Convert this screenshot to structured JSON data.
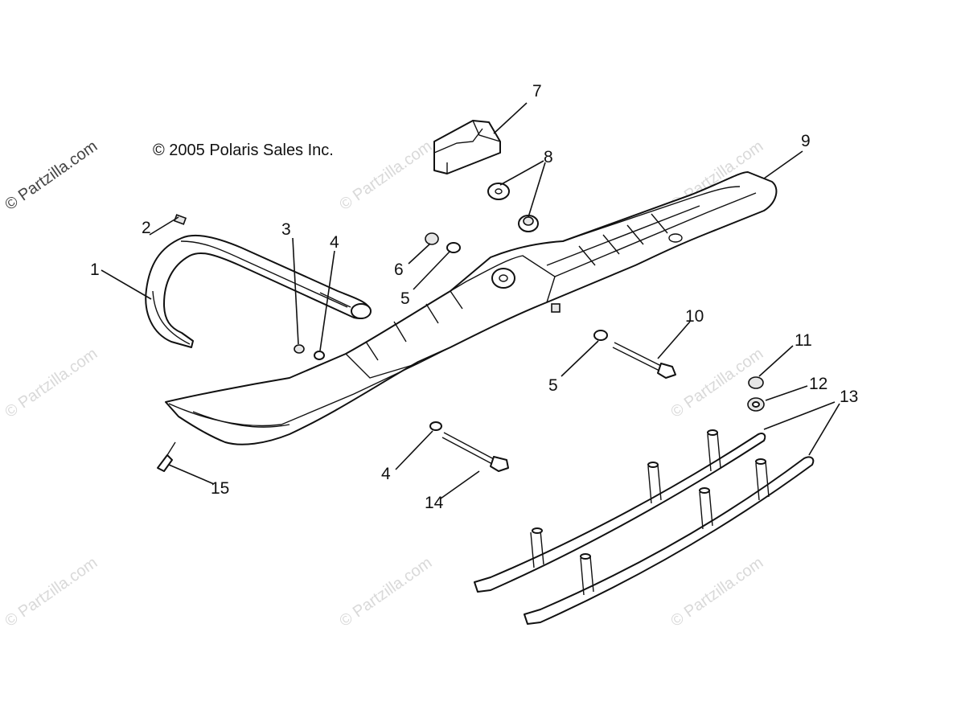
{
  "copyright": "© 2005 Polaris Sales Inc.",
  "watermark": "© Partzilla.com",
  "callouts": {
    "c1": "1",
    "c2": "2",
    "c3": "3",
    "c4a": "4",
    "c4b": "4",
    "c5a": "5",
    "c5b": "5",
    "c6": "6",
    "c7": "7",
    "c8": "8",
    "c9": "9",
    "c10": "10",
    "c11": "11",
    "c12": "12",
    "c13": "13",
    "c14": "14",
    "c15": "15"
  }
}
